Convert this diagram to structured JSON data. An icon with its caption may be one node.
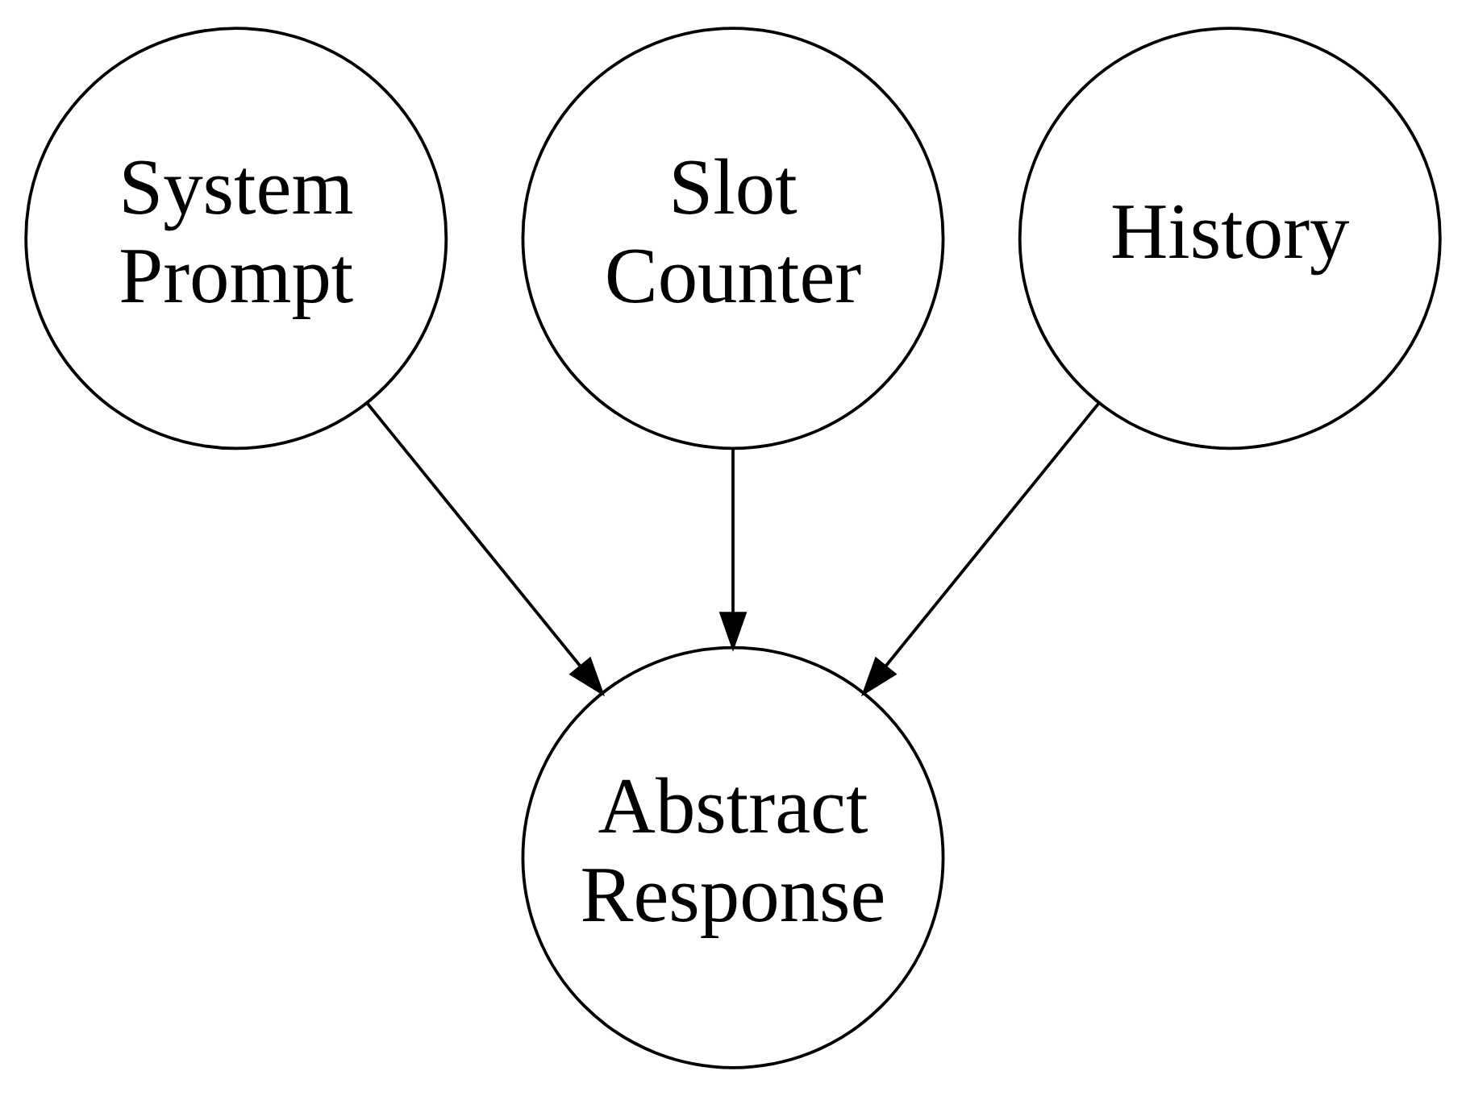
{
  "diagram": {
    "nodes": [
      {
        "text": [
          "System Prompt"
        ]
      },
      {
        "text": [
          "Slot Counter"
        ]
      },
      {
        "text": [
          "History"
        ]
      },
      {
        "text": [
          "Abstract Response"
        ]
      }
    ],
    "edges": [
      {
        "from": 0,
        "to": 3,
        "arrow": "to"
      },
      {
        "from": 1,
        "to": 3,
        "arrow": "to"
      },
      {
        "from": 2,
        "to": 3,
        "arrow": "to"
      }
    ]
  }
}
